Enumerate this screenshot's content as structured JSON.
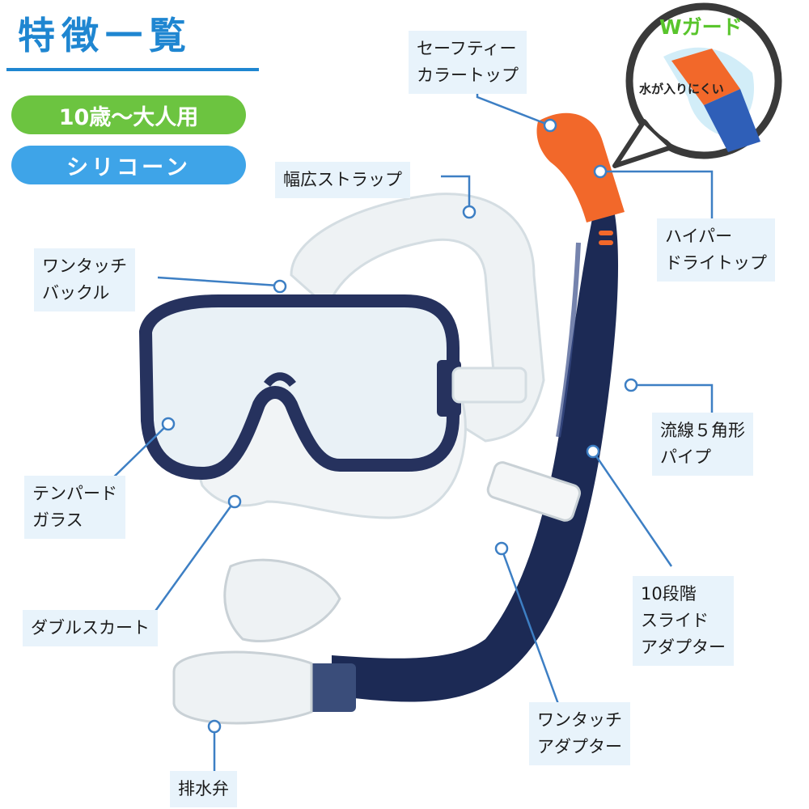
{
  "header": {
    "title": "特徴一覧",
    "badge_age": "10歳〜大人用",
    "badge_material": "シリコーン"
  },
  "w_guard": {
    "title": "Wガード",
    "subtitle": "水が入りにくい"
  },
  "features": {
    "safety_color_top": "セーフティー\nカラートップ",
    "wide_strap": "幅広ストラップ",
    "one_touch_buckle": "ワンタッチ\nバックル",
    "hyper_dry_top": "ハイパー\nドライトップ",
    "streamline_pipe": "流線５角形\nパイプ",
    "tempered_glass": "テンパード\nガラス",
    "double_skirt": "ダブルスカート",
    "slide_adapter": "10段階\nスライド\nアダプター",
    "one_touch_adapter": "ワンタッチ\nアダプター",
    "drain_valve": "排水弁"
  },
  "colors": {
    "heading_blue": "#1f86d1",
    "age_green": "#6cc440",
    "material_blue": "#3ea4e8",
    "leader_line": "#3d7fc4",
    "label_bg": "#e8f3fb",
    "snorkel_navy": "#1c2a55",
    "top_orange": "#f2682a",
    "w_guard_green": "#59c52c"
  }
}
